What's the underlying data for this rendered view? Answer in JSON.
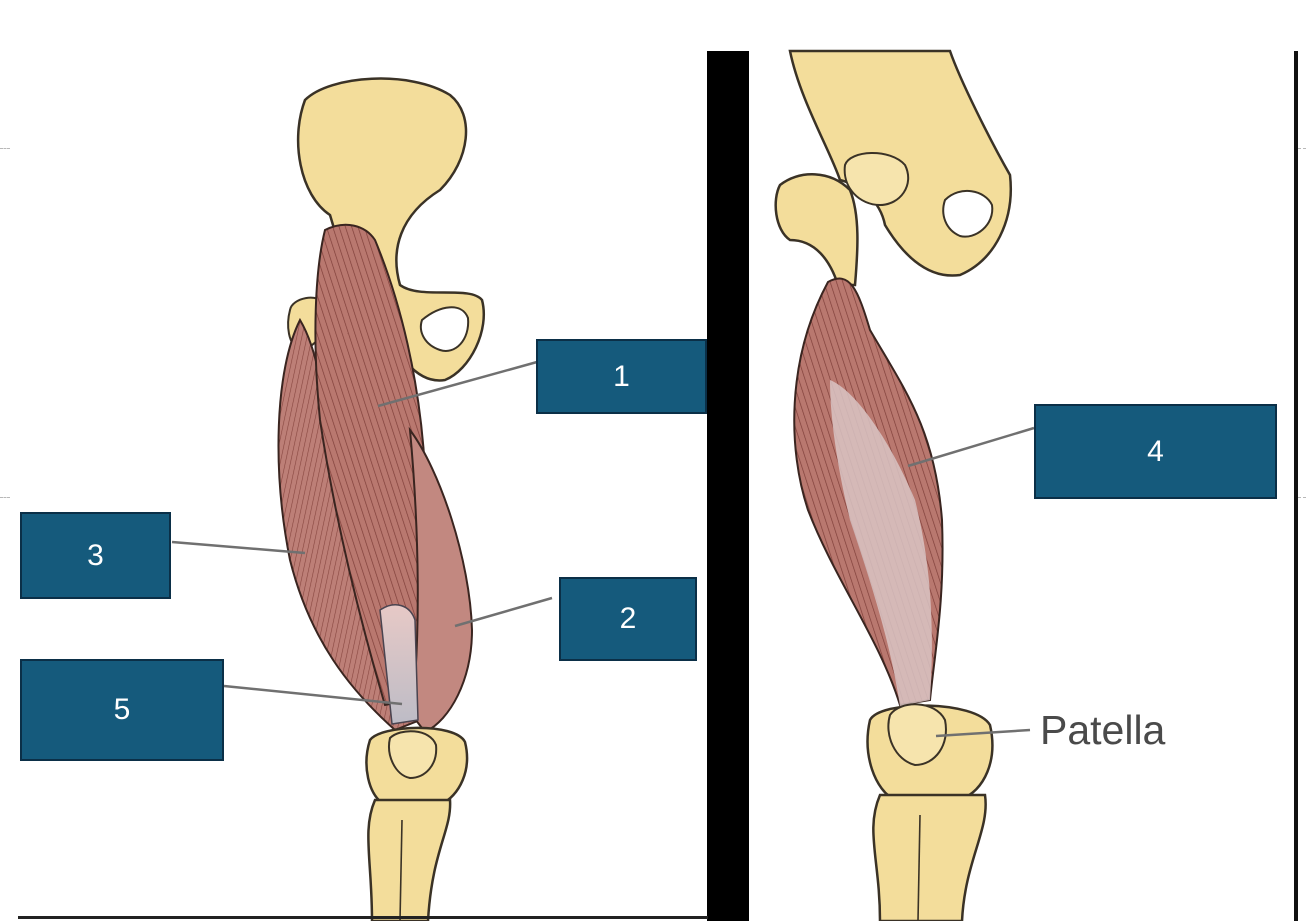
{
  "colors": {
    "label_box": "#155a7c",
    "bone": "#f3dd9b",
    "bone_outline": "#3a3226",
    "muscle": "#b77a72",
    "muscle_dark": "#8e4f48",
    "tendon": "#c9c6cf",
    "leader_line": "#707070"
  },
  "labels": [
    {
      "id": "1",
      "text": "1"
    },
    {
      "id": "2",
      "text": "2"
    },
    {
      "id": "3",
      "text": "3"
    },
    {
      "id": "4",
      "text": "4"
    },
    {
      "id": "5",
      "text": "5"
    }
  ],
  "annotations": {
    "patella": "Patella"
  },
  "icons": {
    "left_panel": "thigh-anterior-illustration",
    "right_panel": "thigh-deep-muscle-illustration"
  }
}
